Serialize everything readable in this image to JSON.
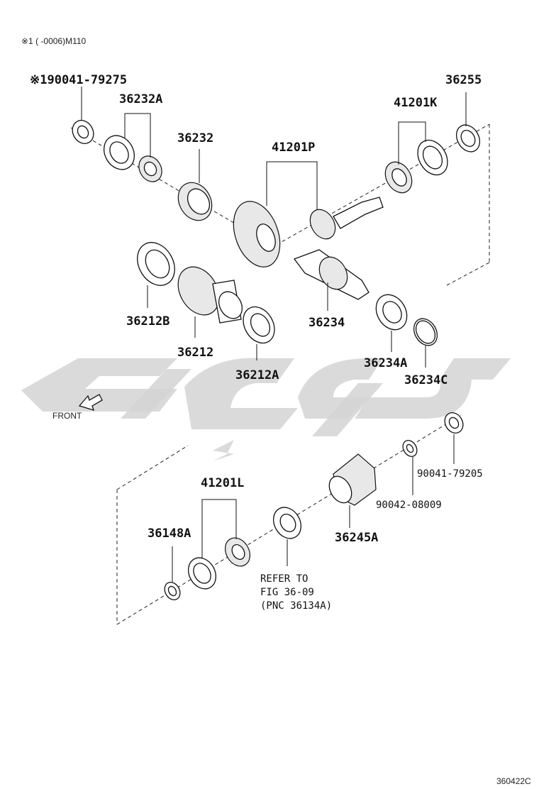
{
  "header_note": "※1 (    -0006)M110",
  "footer_code": "360422C",
  "front_label": "FRONT",
  "refer_note": [
    "REFER TO",
    "FIG 36-09",
    "(PNC 36134A)"
  ],
  "parts": {
    "p9004179275": "※190041-79275",
    "p36232A": "36232A",
    "p36232": "36232",
    "p41201P": "41201P",
    "p41201K": "41201K",
    "p36255": "36255",
    "p36212B": "36212B",
    "p36212": "36212",
    "p36212A": "36212A",
    "p36234": "36234",
    "p36234A": "36234A",
    "p36234C": "36234C",
    "p9004179205": "90041-79205",
    "p9004208009": "90042-08009",
    "p36245A": "36245A",
    "p41201L": "41201L",
    "p36148A": "36148A"
  }
}
